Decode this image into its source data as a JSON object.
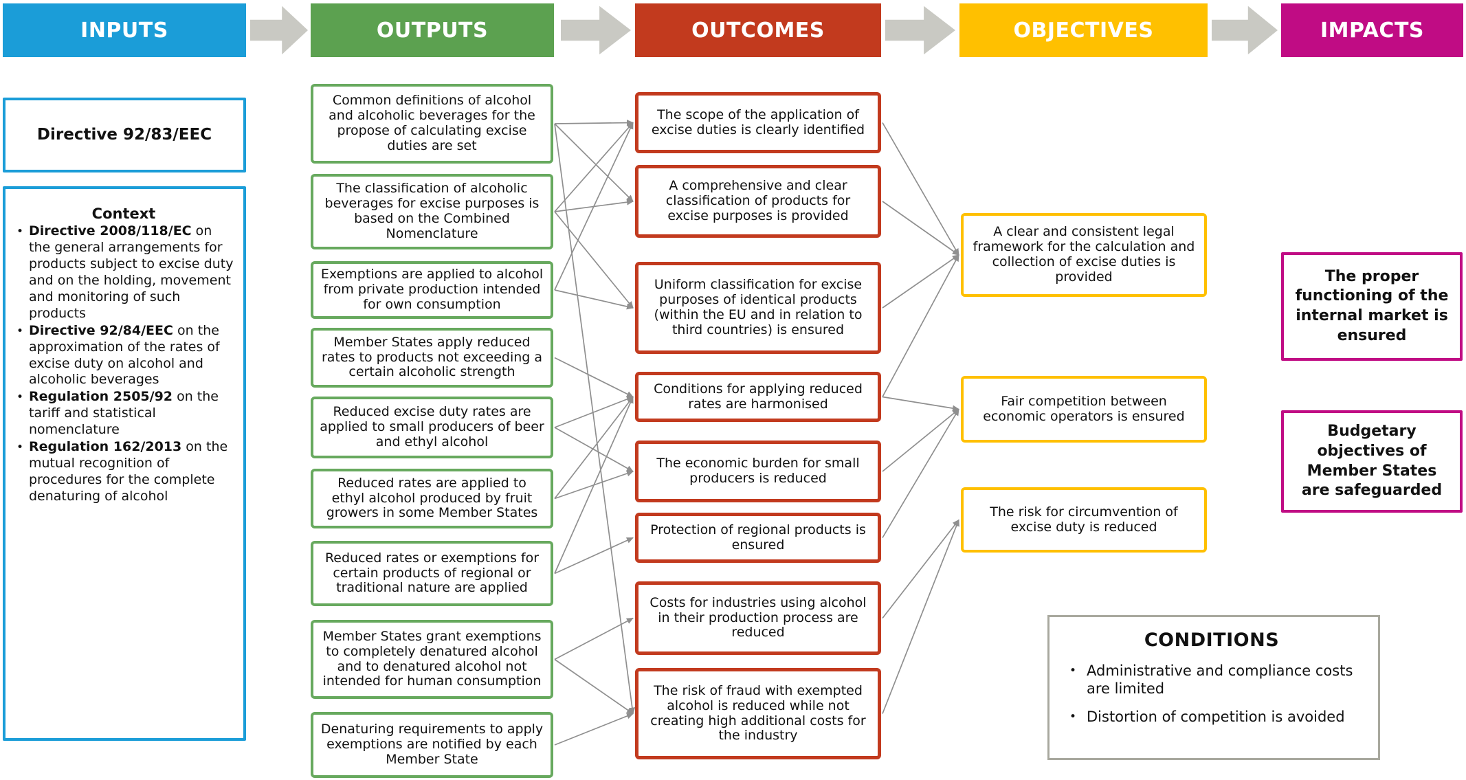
{
  "header": {
    "items": [
      {
        "label": "INPUTS"
      },
      {
        "label": "OUTPUTS"
      },
      {
        "label": "OUTCOMES"
      },
      {
        "label": "OBJECTIVES"
      },
      {
        "label": "IMPACTS"
      }
    ]
  },
  "inputs": {
    "directive": "Directive 92/83/EEC",
    "context": {
      "title": "Context",
      "bullets": [
        {
          "bold": "Directive 2008/118/EC",
          "text": " on the general arrangements for products subject to excise duty and on the holding, movement and monitoring of such products"
        },
        {
          "bold": "Directive 92/84/EEC",
          "text": " on the approximation of the rates of excise duty on alcohol and alcoholic beverages"
        },
        {
          "bold": "Regulation 2505/92",
          "text": " on the tariff and statistical nomenclature"
        },
        {
          "bold": "Regulation 162/2013",
          "text": " on the mutual recognition of procedures for the complete denaturing of alcohol"
        }
      ]
    }
  },
  "outputs": {
    "items": [
      "Common definitions of alcohol and alcoholic beverages for the propose of calculating excise duties are set",
      "The classification of alcoholic beverages for excise purposes is based on the Combined Nomenclature",
      "Exemptions are applied to alcohol from private production intended for own consumption",
      "Member States apply reduced rates to products not exceeding a certain alcoholic strength",
      "Reduced excise duty rates are applied to small producers of beer and ethyl alcohol",
      "Reduced rates are applied to ethyl alcohol produced by fruit growers in some Member States",
      "Reduced rates or exemptions for certain products of regional or traditional nature are applied",
      "Member States grant exemptions to completely denatured alcohol and to denatured alcohol not intended for human consumption",
      "Denaturing requirements to apply exemptions are notified by each Member State"
    ]
  },
  "outcomes": {
    "items": [
      "The scope of the application of excise duties is clearly identified",
      "A comprehensive and clear classification of products for excise purposes is provided",
      "Uniform classification for excise purposes of identical products (within the EU and in relation to third countries) is ensured",
      "Conditions for applying reduced rates are harmonised",
      "The economic burden for small producers is reduced",
      "Protection of regional products is ensured",
      "Costs for industries using alcohol in their production process are reduced",
      "The risk of fraud with exempted alcohol is reduced while not creating high additional costs for the industry"
    ]
  },
  "objectives": {
    "items": [
      "A clear and consistent legal framework for the calculation and collection of excise duties is provided",
      "Fair competition between economic operators is ensured",
      "The risk for circumvention of excise duty is reduced"
    ]
  },
  "impacts": {
    "items": [
      "The proper functioning of the internal market is ensured",
      "Budgetary objectives of Member States are safeguarded"
    ]
  },
  "conditions": {
    "title": "CONDITIONS",
    "bullets": [
      "Administrative and compliance costs are limited",
      "Distortion of competition is avoided"
    ]
  },
  "connections": [
    {
      "from": "output-1",
      "to": "outcome-1"
    },
    {
      "from": "output-1",
      "to": "outcome-2"
    },
    {
      "from": "output-1",
      "to": "outcome-8"
    },
    {
      "from": "output-2",
      "to": "outcome-1"
    },
    {
      "from": "output-2",
      "to": "outcome-2"
    },
    {
      "from": "output-2",
      "to": "outcome-3"
    },
    {
      "from": "output-3",
      "to": "outcome-1"
    },
    {
      "from": "output-3",
      "to": "outcome-3"
    },
    {
      "from": "output-4",
      "to": "outcome-4"
    },
    {
      "from": "output-5",
      "to": "outcome-4"
    },
    {
      "from": "output-5",
      "to": "outcome-5"
    },
    {
      "from": "output-6",
      "to": "outcome-4"
    },
    {
      "from": "output-6",
      "to": "outcome-5"
    },
    {
      "from": "output-7",
      "to": "outcome-4"
    },
    {
      "from": "output-7",
      "to": "outcome-6"
    },
    {
      "from": "output-8",
      "to": "outcome-7"
    },
    {
      "from": "output-8",
      "to": "outcome-8"
    },
    {
      "from": "output-9",
      "to": "outcome-8"
    },
    {
      "from": "outcome-1",
      "to": "objective-1"
    },
    {
      "from": "outcome-2",
      "to": "objective-1"
    },
    {
      "from": "outcome-3",
      "to": "objective-1"
    },
    {
      "from": "outcome-4",
      "to": "objective-1"
    },
    {
      "from": "outcome-4",
      "to": "objective-2"
    },
    {
      "from": "outcome-5",
      "to": "objective-2"
    },
    {
      "from": "outcome-6",
      "to": "objective-2"
    },
    {
      "from": "outcome-7",
      "to": "objective-3"
    },
    {
      "from": "outcome-8",
      "to": "objective-3"
    }
  ],
  "colors": {
    "inputs_accent": "#1b9dd8",
    "outputs_accent": "#5ca150",
    "outputs_border": "#67a95e",
    "outcomes_accent": "#c23a1e",
    "objectives_accent": "#ffc000",
    "impacts_accent": "#c00c84",
    "flow_arrow": "#c9c9c3",
    "connector": "#8f8f8f",
    "conditions_border": "#a8a89e"
  }
}
